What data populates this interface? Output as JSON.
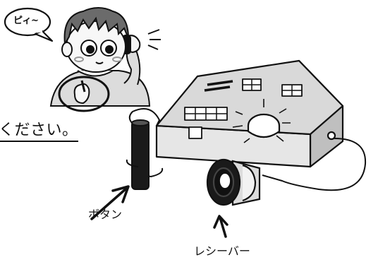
{
  "speech_bubble": {
    "text": "ピィ~"
  },
  "instruction": {
    "text": "ください。"
  },
  "labels": {
    "button": "ボタン",
    "receiver": "レシーバー"
  },
  "colors": {
    "ink": "#111111",
    "panel": "#d9d9d9",
    "button_dark": "#1a1a1a",
    "background": "#ffffff"
  },
  "icons": [
    "speech-bubble-icon",
    "child-with-headphone-icon",
    "audiometer-device-icon",
    "response-button-icon",
    "receiver-icon",
    "arrow-up-icon"
  ]
}
